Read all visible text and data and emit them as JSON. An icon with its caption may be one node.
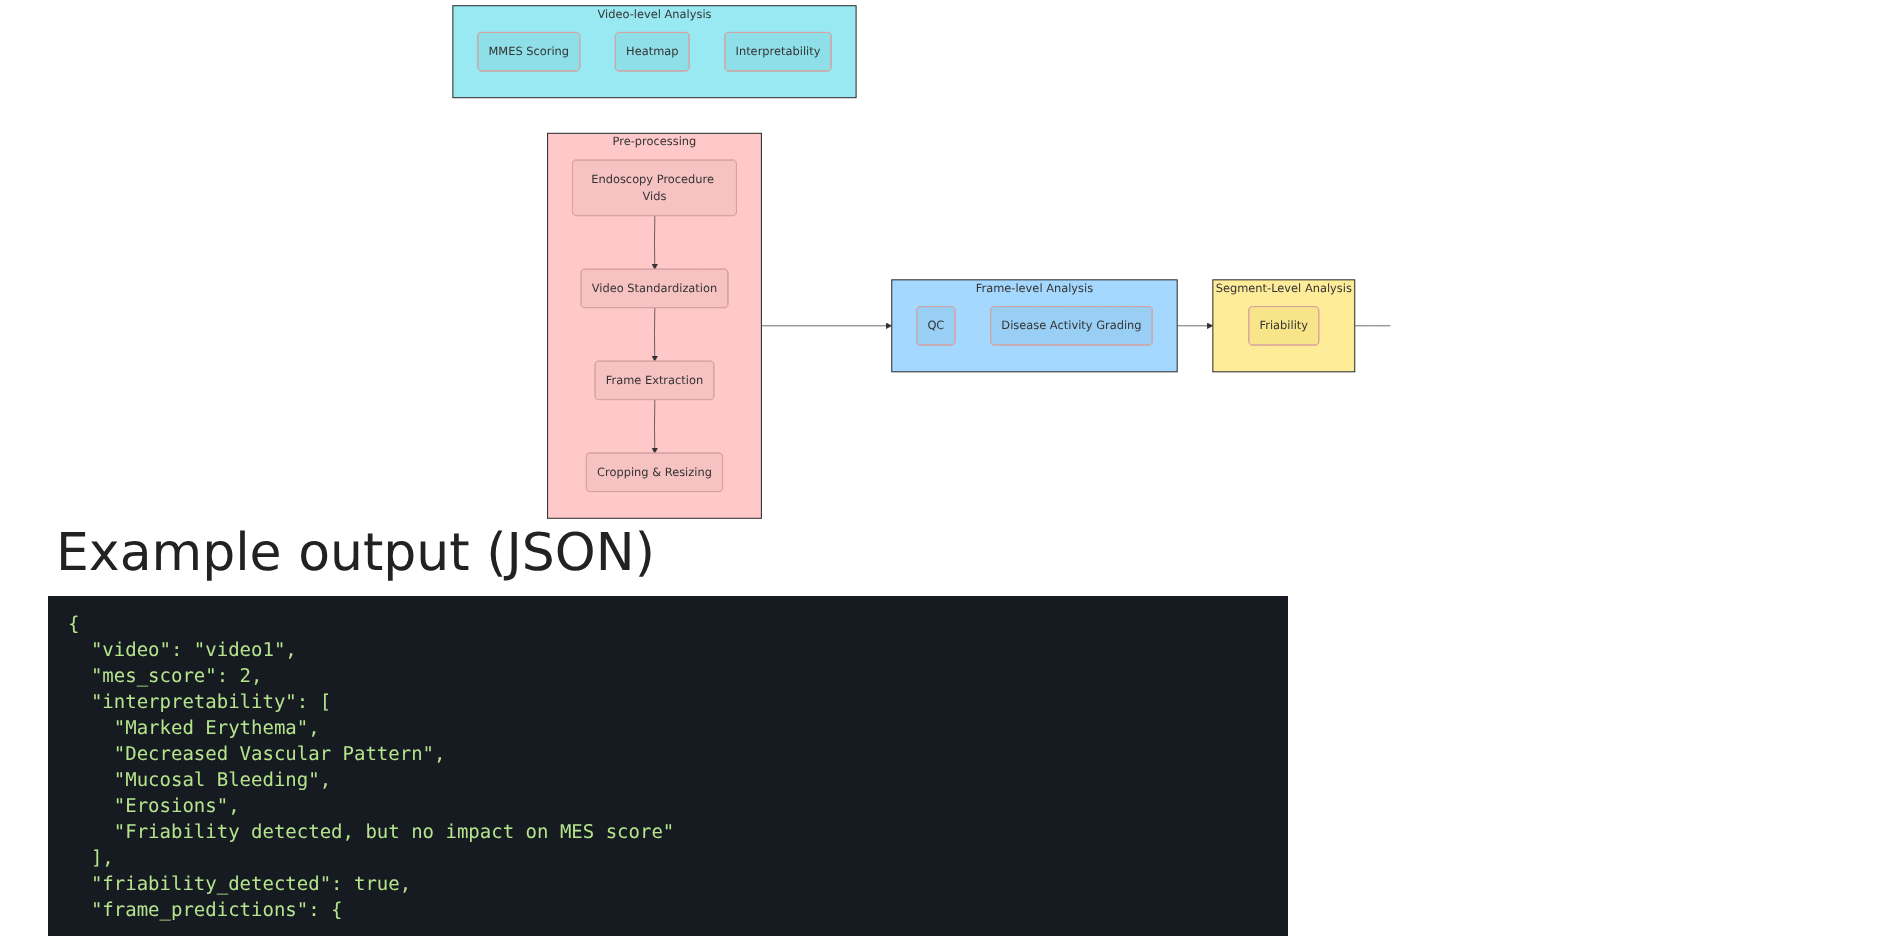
{
  "diagram": {
    "nodes": [
      {
        "text": [
          "Pre-processing"
        ]
      },
      {
        "text": [
          "Endoscopy Procedure Vids"
        ],
        "in": 0
      },
      {
        "text": [
          "Cropping & Resizing"
        ],
        "in": 0
      },
      {
        "text": [
          "Video Standardization"
        ],
        "in": 0
      },
      {
        "text": [
          "Frame Extraction"
        ],
        "in": 0
      },
      {
        "text": [
          "Frame-level Analysis"
        ]
      },
      {
        "text": [
          "QC"
        ],
        "in": 5
      },
      {
        "text": [
          "Disease Activity Grading"
        ],
        "in": 5
      },
      {
        "text": [
          "Segment-Level Analysis"
        ]
      },
      {
        "text": [
          "Friability"
        ],
        "in": 8
      },
      {
        "text": [
          "Video-level Analysis"
        ]
      },
      {
        "text": [
          "MMES Scoring"
        ],
        "in": 10
      },
      {
        "text": [
          "Heatmap"
        ],
        "in": 10
      },
      {
        "text": [
          "Interpretability"
        ],
        "in": 10
      }
    ],
    "edges": [
      {
        "from": 1,
        "to": 3,
        "arrow": "to"
      },
      {
        "from": 3,
        "to": 4,
        "arrow": "to"
      },
      {
        "from": 4,
        "to": 2,
        "arrow": "to"
      },
      {
        "from": 0,
        "to": 5,
        "arrow": "to"
      },
      {
        "from": 5,
        "to": 8,
        "arrow": "to"
      },
      {
        "from": 8,
        "to": null,
        "arrow": "none"
      }
    ],
    "labels": [
      "Example output (JSON)",
      "{",
      "  \"video\": \"video1\",",
      "  \"mes_score\": 2,",
      "  \"interpretability\": [",
      "    \"Marked Erythema\",",
      "    \"Decreased Vascular Pattern\",",
      "    \"Mucosal Bleeding\",",
      "    \"Erosions\",",
      "    \"Friability detected, but no impact on MES score\"",
      "  ],",
      "  \"friability_detected\": true,",
      "  \"frame_predictions\": {"
    ]
  }
}
